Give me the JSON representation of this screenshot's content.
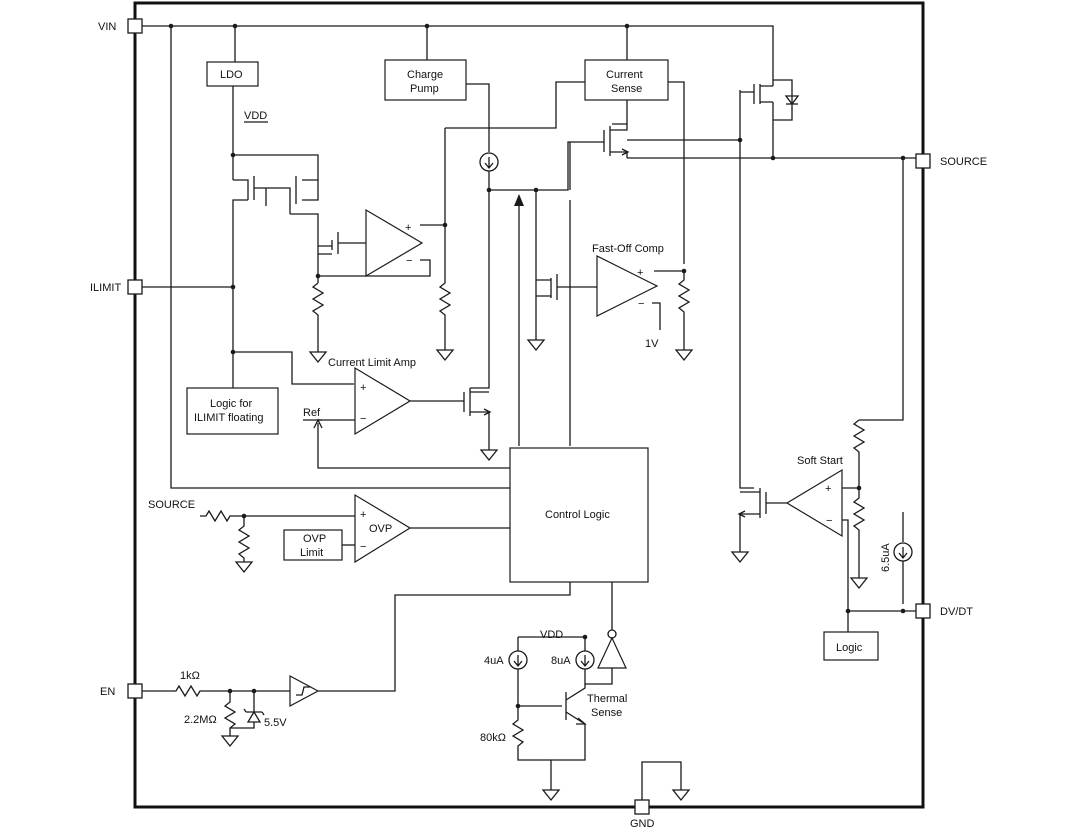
{
  "pins": {
    "vin": "VIN",
    "ilimit": "ILIMIT",
    "source": "SOURCE",
    "dvdt": "DV/DT",
    "en": "EN",
    "gnd": "GND"
  },
  "blocks": {
    "ldo": "LDO",
    "charge_pump": [
      "Charge",
      "Pump"
    ],
    "current_sense": [
      "Current",
      "Sense"
    ],
    "ilimit_logic": [
      "Logic for",
      "ILIMIT floating"
    ],
    "control_logic": "Control Logic",
    "ovp_limit": [
      "OVP",
      "Limit"
    ],
    "logic": "Logic"
  },
  "labels": {
    "vdd_top": "VDD",
    "vdd_bottom": "VDD",
    "current_limit_amp": "Current Limit Amp",
    "fast_off_comp": "Fast-Off Comp",
    "one_v": "1V",
    "ref": "Ref",
    "source_in": "SOURCE",
    "ovp": "OVP",
    "soft_start": "Soft Start",
    "six_five_ua": "6.5uA",
    "one_kohm": "1kΩ",
    "two_two_mohm": "2.2MΩ",
    "five_five_v": "5.5V",
    "four_ua": "4uA",
    "eight_ua": "8uA",
    "eighty_kohm": "80kΩ",
    "thermal_sense": [
      "Thermal",
      "Sense"
    ],
    "plus": "+",
    "minus": "−"
  }
}
